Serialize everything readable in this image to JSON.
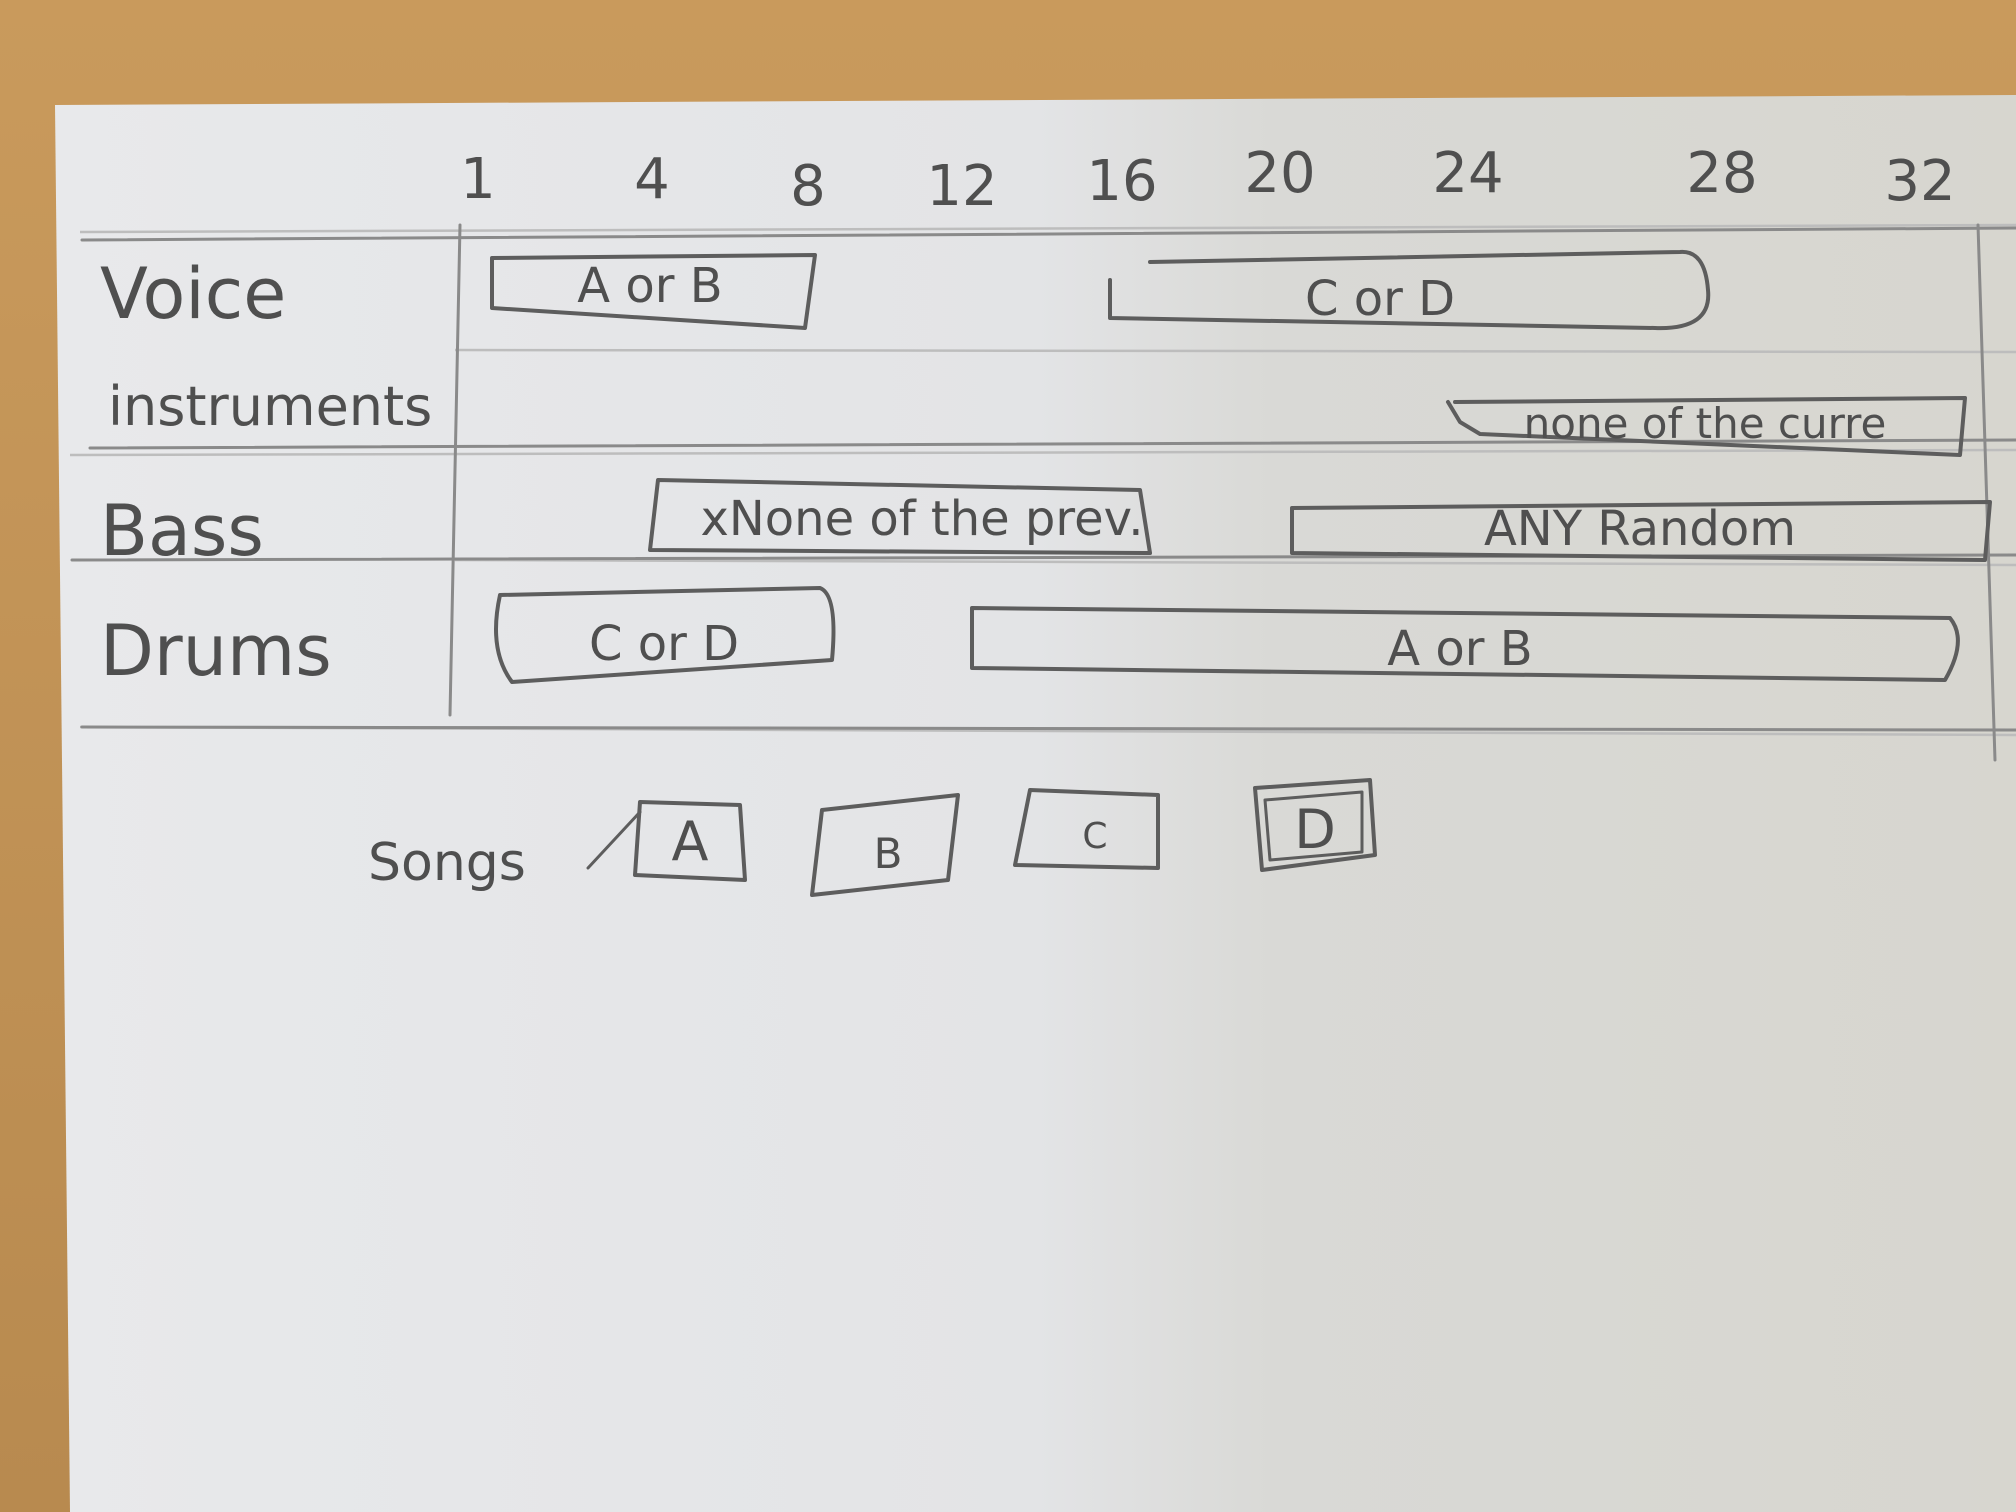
{
  "timeline": {
    "ticks": [
      "1",
      "4",
      "8",
      "12",
      "16",
      "20",
      "24",
      "28",
      "32"
    ]
  },
  "tracks": [
    {
      "label": "Voice",
      "clips": [
        "A or B",
        "C or D"
      ]
    },
    {
      "label": "instruments",
      "clips": [
        "none of the curre"
      ]
    },
    {
      "label": "Bass",
      "clips": [
        "xNone of the prev.",
        "ANY Random"
      ]
    },
    {
      "label": "Drums",
      "clips": [
        "C or D",
        "A or B"
      ]
    }
  ],
  "songs": {
    "label": "Songs",
    "items": [
      "A",
      "B",
      "C",
      "D"
    ]
  }
}
